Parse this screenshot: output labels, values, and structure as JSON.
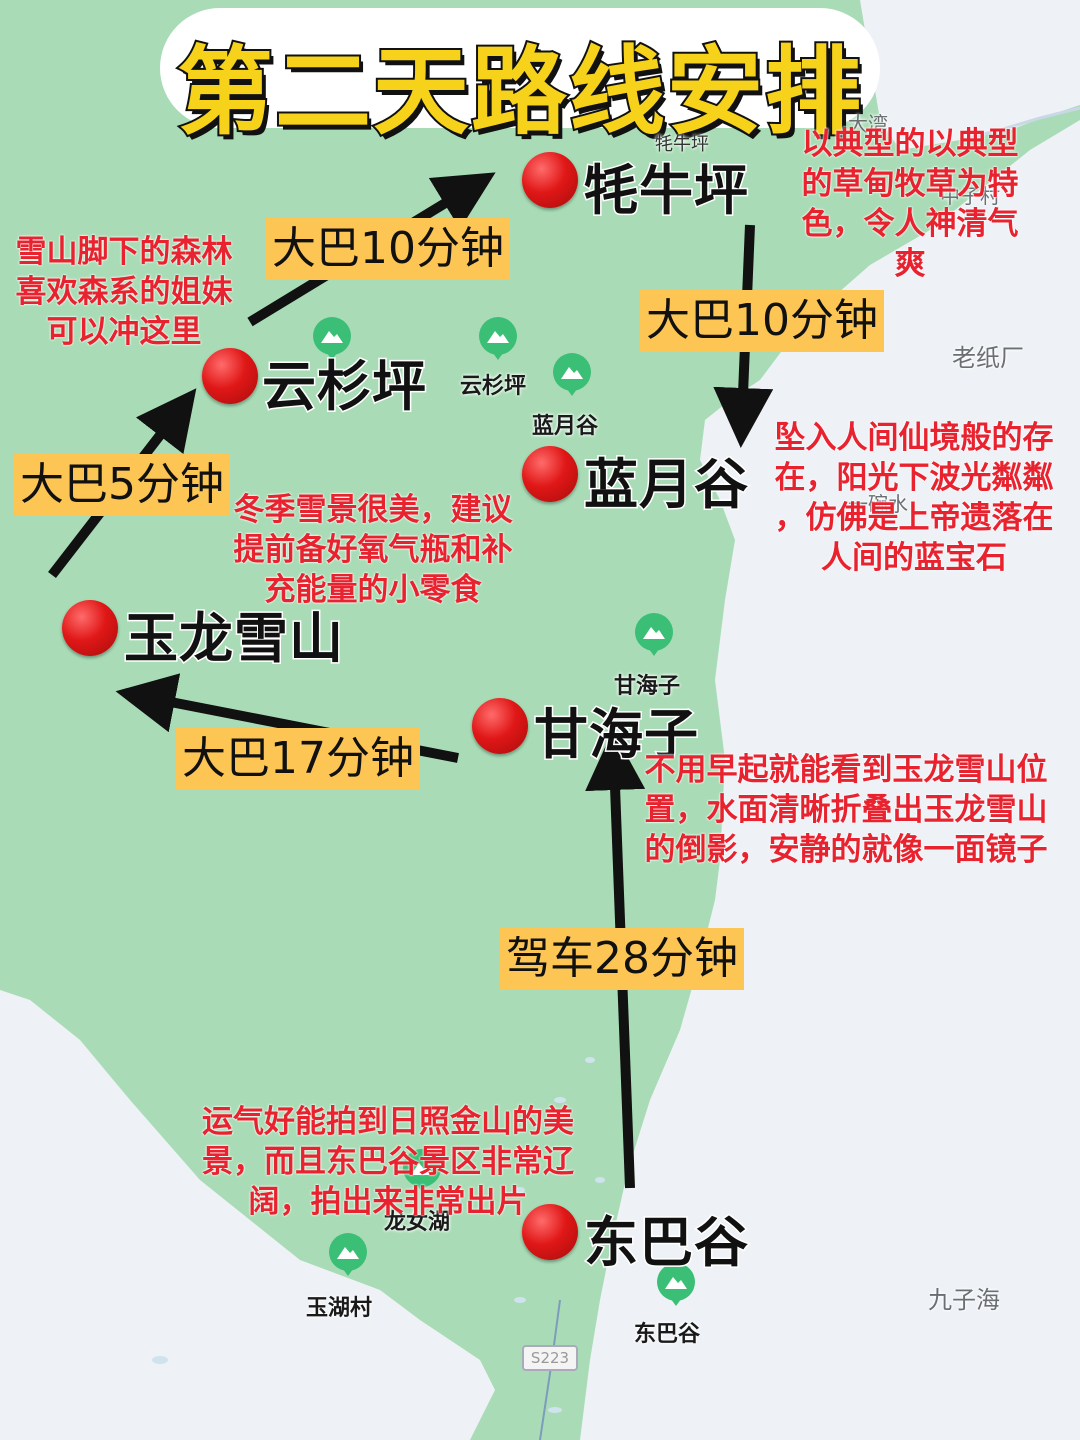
{
  "title": "第二天路线安排",
  "colors": {
    "land": "#a9dcb6",
    "water": "#eef2f6",
    "route_dot": "#e01717",
    "duration_bg": "#fdc654",
    "note_text": "#e8222e",
    "title_fill": "#f7d21a"
  },
  "stops": [
    {
      "name": "牦牛坪"
    },
    {
      "name": "云杉坪"
    },
    {
      "name": "蓝月谷"
    },
    {
      "name": "玉龙雪山"
    },
    {
      "name": "甘海子"
    },
    {
      "name": "东巴谷"
    }
  ],
  "durations": [
    "大巴10分钟",
    "大巴10分钟",
    "大巴5分钟",
    "大巴17分钟",
    "驾车28分钟"
  ],
  "notes": [
    "以典型的以典型\n的草甸牧草为特\n色，令人神清气\n爽",
    "雪山脚下的森林\n喜欢森系的姐妹\n可以冲这里",
    "坠入人间仙境般的存\n在，阳光下波光粼粼\n，仿佛是上帝遗落在\n人间的蓝宝石",
    "冬季雪景很美，建议\n提前备好氧气瓶和补\n充能量的小零食",
    "不用早起就能看到玉龙雪山位\n置，水面清晰折叠出玉龙雪山\n的倒影，安静的就像一面镜子",
    "运气好能拍到日照金山的美\n景，而且东巴谷景区非常辽\n阔，拍出来非常出片"
  ],
  "map_labels": {
    "yunshanping": "云杉坪",
    "lanyuegu": "蓝月谷",
    "ganhaizi": "甘海子",
    "dongbagu": "东巴谷",
    "yuhucun": "玉湖村",
    "longnvhu": "龙女湖",
    "laozhichang": "老纸厂",
    "jiuzihai": "九子海",
    "dawan": "大湾",
    "yiwanshui": "一碗水",
    "zhongzicun": "中子村",
    "maoniuping_small": "牦牛坪",
    "road_sign": "S223"
  },
  "icons": [
    "scenic-pin-icon",
    "route-arrow-icon",
    "red-dot-icon"
  ]
}
